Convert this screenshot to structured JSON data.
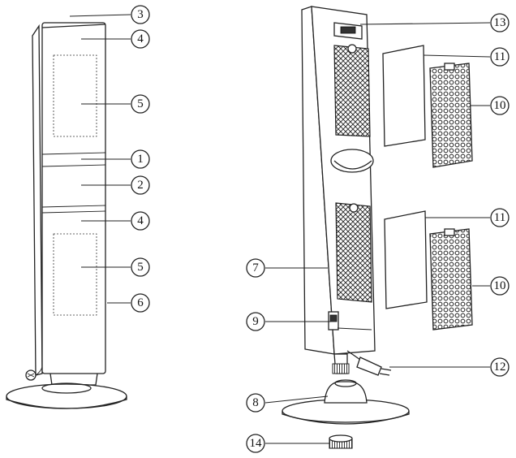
{
  "callouts": {
    "c3": "3",
    "c4_top": "4",
    "c5_top": "5",
    "c1": "1",
    "c2": "2",
    "c4_mid": "4",
    "c5_bottom": "5",
    "c6": "6",
    "c13": "13",
    "c11_top": "11",
    "c10_top": "10",
    "c11_bottom": "11",
    "c10_bottom": "10",
    "c7": "7",
    "c9": "9",
    "c12": "12",
    "c8": "8",
    "c14": "14"
  }
}
